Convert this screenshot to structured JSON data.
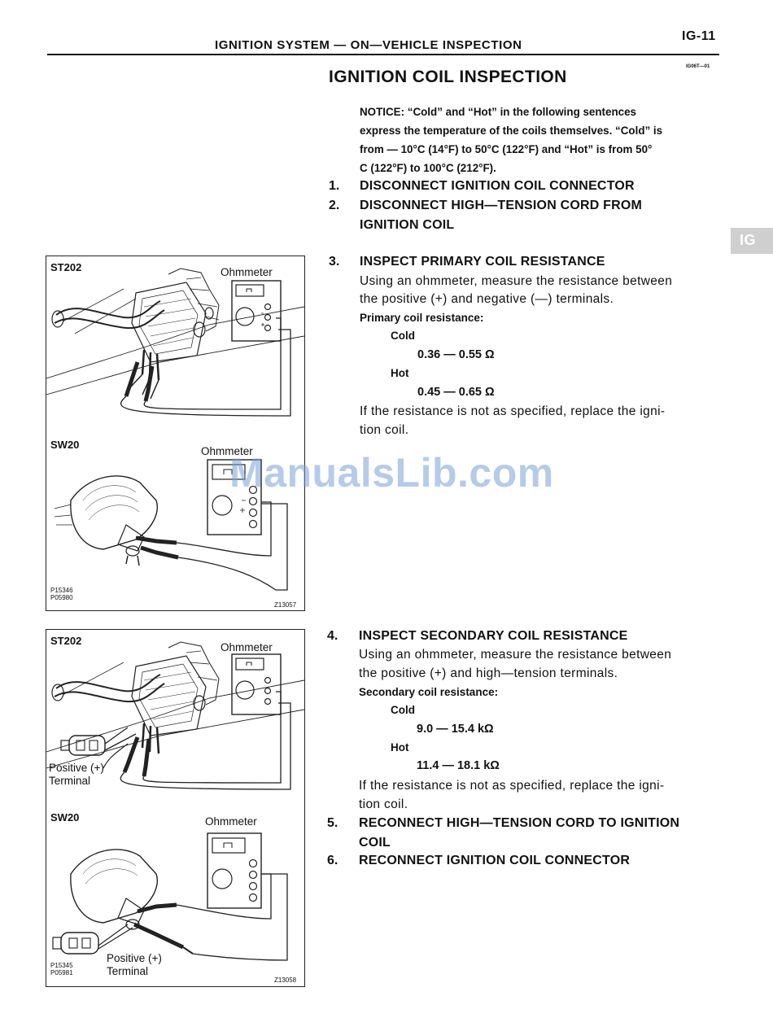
{
  "header": {
    "running_head": "IGNITION SYSTEM — ON—VEHICLE INSPECTION",
    "page_number": "IG-11",
    "doc_code": "IG06T—01",
    "section_tab": "IG"
  },
  "title": "IGNITION COIL INSPECTION",
  "notice": {
    "line1": "NOTICE:  “Cold” and “Hot” in the following sentences",
    "line2": "express the temperature of the coils themselves. “Cold” is",
    "line3": "from  — 10°C (14°F) to 50°C (122°F) and “Hot” is from 50°",
    "line4": "C (122°F) to 100°C (212°F)."
  },
  "steps": [
    {
      "num": "1.",
      "line1": "DISCONNECT IGNITION COIL CONNECTOR"
    },
    {
      "num": "2.",
      "line1": "DISCONNECT HIGH—TENSION CORD FROM",
      "line2": "IGNITION COIL"
    },
    {
      "num": "3.",
      "line1": "INSPECT PRIMARY COIL RESISTANCE",
      "body1": "Using an ohmmeter, measure the resistance between",
      "body2": "the positive (+) and negative (—) terminals.",
      "spec_title": "Primary coil resistance:",
      "cold_label": "Cold",
      "cold_value": "0.36  —  0.55 Ω",
      "hot_label": "Hot",
      "hot_value": "0.45  —  0.65 Ω",
      "note1": "If the resistance is not as specified, replace the igni-",
      "note2": "tion coil."
    },
    {
      "num": "4.",
      "line1": "INSPECT SECONDARY COIL RESISTANCE",
      "body1": "Using an ohmmeter, measure the resistance between",
      "body2": "the positive (+) and high—tension terminals.",
      "spec_title": "Secondary coil resistance:",
      "cold_label": "Cold",
      "cold_value": "9.0  —  15.4 kΩ",
      "hot_label": "Hot",
      "hot_value": "11.4  —  18.1 kΩ",
      "note1": "If the resistance is not as specified, replace the igni-",
      "note2": "tion coil."
    },
    {
      "num": "5.",
      "line1": "RECONNECT HIGH—TENSION CORD TO IGNITION",
      "line2": "COIL"
    },
    {
      "num": "6.",
      "line1": "RECONNECT IGNITION COIL CONNECTOR"
    }
  ],
  "figure1": {
    "model_a": "ST202",
    "model_b": "SW20",
    "meter_label_a": "Ohmmeter",
    "meter_label_b": "Ohmmeter",
    "ref_codes": "P15346",
    "ref_codes_2": "P05980",
    "fig_code": "Z13057"
  },
  "figure2": {
    "model_a": "ST202",
    "model_b": "SW20",
    "meter_label_a": "Ohmmeter",
    "meter_label_b": "Ohmmeter",
    "positive_a_1": "Positive (+)",
    "positive_a_2": "Terminal",
    "positive_b_1": "Positive (+)",
    "positive_b_2": "Terminal",
    "ref_codes": "P15345",
    "ref_codes_2": "P05981",
    "fig_code": "Z13058"
  },
  "watermark": "ManualsLib.com"
}
